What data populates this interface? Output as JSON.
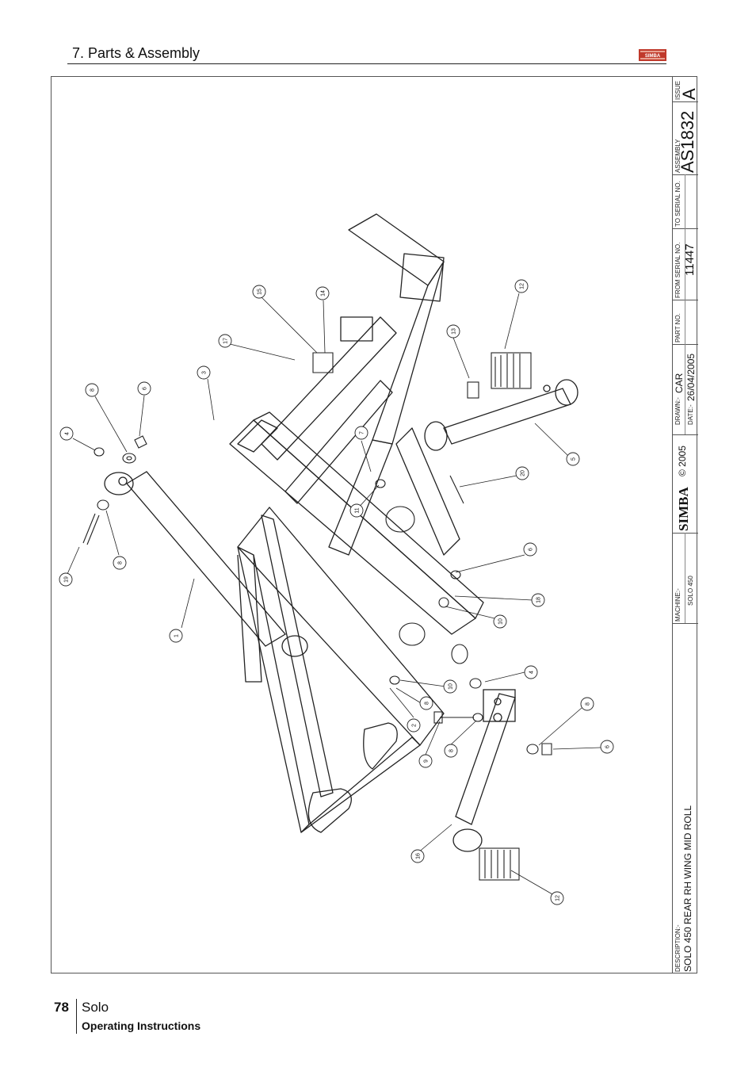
{
  "header": {
    "section_title": "7. Parts & Assembly",
    "logo_text": "SIMBA"
  },
  "title_block": {
    "issue_label": "ISSUE",
    "issue_value": "A",
    "assembly_label": "ASSEMBLY",
    "assembly_value": "AS1832",
    "to_serial_label": "TO SERIAL NO.",
    "to_serial_value": "",
    "from_serial_label": "FROM SERIAL NO.",
    "from_serial_value": "11447",
    "part_no_label": "PART NO.",
    "part_no_value": "",
    "drawn_label": "DRAWN:-",
    "drawn_value": "CAR",
    "date_label": "DATE:-",
    "date_value": "26/04/2005",
    "brand": "SIMBA",
    "copyright": "© 2005",
    "machine_label": "MACHINE:-",
    "machine_value": "SOLO 450",
    "description_label": "DESCRIPTION:-",
    "description_value": "SOLO 450 REAR RH WING MID ROLL"
  },
  "callouts": [
    {
      "label": "1"
    },
    {
      "label": "2"
    },
    {
      "label": "3"
    },
    {
      "label": "4"
    },
    {
      "label": "4"
    },
    {
      "label": "5"
    },
    {
      "label": "6"
    },
    {
      "label": "6"
    },
    {
      "label": "6"
    },
    {
      "label": "7"
    },
    {
      "label": "8"
    },
    {
      "label": "8"
    },
    {
      "label": "8"
    },
    {
      "label": "8"
    },
    {
      "label": "8"
    },
    {
      "label": "9"
    },
    {
      "label": "10"
    },
    {
      "label": "10"
    },
    {
      "label": "11"
    },
    {
      "label": "12"
    },
    {
      "label": "12"
    },
    {
      "label": "13"
    },
    {
      "label": "14"
    },
    {
      "label": "15"
    },
    {
      "label": "16"
    },
    {
      "label": "17"
    },
    {
      "label": "18"
    },
    {
      "label": "19"
    },
    {
      "label": "20"
    }
  ],
  "footer": {
    "page_number": "78",
    "product": "Solo",
    "subtitle": "Operating Instructions"
  },
  "colors": {
    "ink": "#111111",
    "logo_red": "#c0392b",
    "frame": "#555555"
  }
}
